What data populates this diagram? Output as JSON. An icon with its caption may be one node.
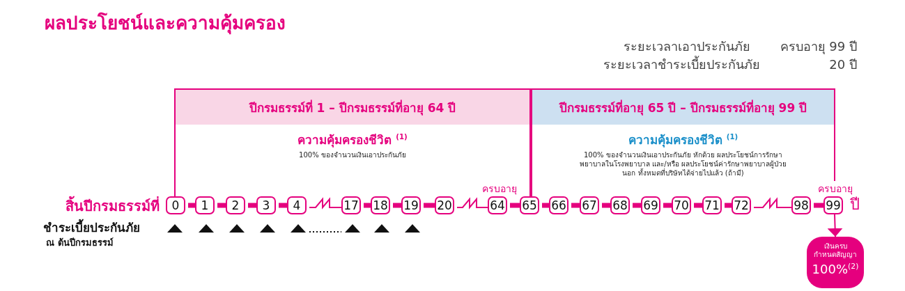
{
  "diagram": {
    "title": "ผลประโยชน์และความคุ้มครอง",
    "nodes": [
      {
        "text": [
          "ปีกรมธรรม์ที่ 1 – ปีกรมธรรม์ที่อายุ 64 ปี",
          "ความคุ้มครองชีวิต $^{(1)}$",
          "100% ของจำนวนเงินเอาประกันภัย"
        ]
      },
      {
        "text": [
          "ปีกรมธรรม์ที่อายุ 65 ปี – ปีกรมธรรม์ที่อายุ 99 ปี",
          "ความคุ้มครองชีวิต $^{(1)}$",
          "100% ของจำนวนเงินเอาประกันภัย หักด้วย ผลประโยชน์การรักษาพยาบาลในโรงพยาบาล และ/หรือ ผลประโยชน์ค่ารักษาพยาบาลผู้ป่วยนอก ทั้งหมดที่บริษัทได้จ่ายไปแล้ว (ถ้ามี)"
        ]
      },
      {
        "text": [
          "0"
        ]
      },
      {
        "text": [
          "1"
        ]
      },
      {
        "text": [
          "2"
        ]
      },
      {
        "text": [
          "3"
        ]
      },
      {
        "text": [
          "4"
        ]
      },
      {
        "text": [
          "17"
        ]
      },
      {
        "text": [
          "18"
        ]
      },
      {
        "text": [
          "19"
        ]
      },
      {
        "text": [
          "20"
        ]
      },
      {
        "text": [
          "64"
        ],
        "beside": [
          "ครบอายุ"
        ]
      },
      {
        "text": [
          "65"
        ]
      },
      {
        "text": [
          "66"
        ]
      },
      {
        "text": [
          "67"
        ]
      },
      {
        "text": [
          "68"
        ]
      },
      {
        "text": [
          "69"
        ]
      },
      {
        "text": [
          "70"
        ]
      },
      {
        "text": [
          "71"
        ]
      },
      {
        "text": [
          "72"
        ]
      },
      {
        "text": [
          "98"
        ]
      },
      {
        "text": [
          "99"
        ],
        "beside": [
          "ครบอายุ"
        ]
      },
      {
        "text": [
          "เงินครบกำหนดสัญญา",
          "100%$^{(2)}$"
        ]
      }
    ],
    "edges": [
      {
        "from": 2,
        "to": 3,
        "arrow": "none"
      },
      {
        "from": 3,
        "to": 4,
        "arrow": "none"
      },
      {
        "from": 4,
        "to": 5,
        "arrow": "none"
      },
      {
        "from": 5,
        "to": 6,
        "arrow": "none"
      },
      {
        "from": 6,
        "to": 7,
        "arrow": "none"
      },
      {
        "from": 7,
        "to": 8,
        "arrow": "none"
      },
      {
        "from": 8,
        "to": 9,
        "arrow": "none"
      },
      {
        "from": 9,
        "to": 10,
        "arrow": "none"
      },
      {
        "from": 10,
        "to": 11,
        "arrow": "none"
      },
      {
        "from": 11,
        "to": 12,
        "arrow": "none"
      },
      {
        "from": 12,
        "to": 13,
        "arrow": "none"
      },
      {
        "from": 13,
        "to": 14,
        "arrow": "none"
      },
      {
        "from": 14,
        "to": 15,
        "arrow": "none"
      },
      {
        "from": 15,
        "to": 16,
        "arrow": "none"
      },
      {
        "from": 16,
        "to": 17,
        "arrow": "none"
      },
      {
        "from": 17,
        "to": 18,
        "arrow": "none"
      },
      {
        "from": 18,
        "to": 19,
        "arrow": "none"
      },
      {
        "from": 19,
        "to": 20,
        "arrow": "none"
      },
      {
        "from": 20,
        "to": 21,
        "arrow": "none"
      },
      {
        "from": 21,
        "to": 22,
        "arrow": "to"
      }
    ],
    "labels": [
      "ระยะเวลาเอาประกันภัย",
      "ครบอายุ 99 ปี",
      "ระยะเวลาชำระเบี้ยประกันภัย",
      "20 ปี",
      "สิ้นปีกรมธรรม์ที่",
      "ปี",
      "ชำระเบี้ยประกันภัย",
      "ณ ต้นปีกรมธรรม์"
    ]
  }
}
